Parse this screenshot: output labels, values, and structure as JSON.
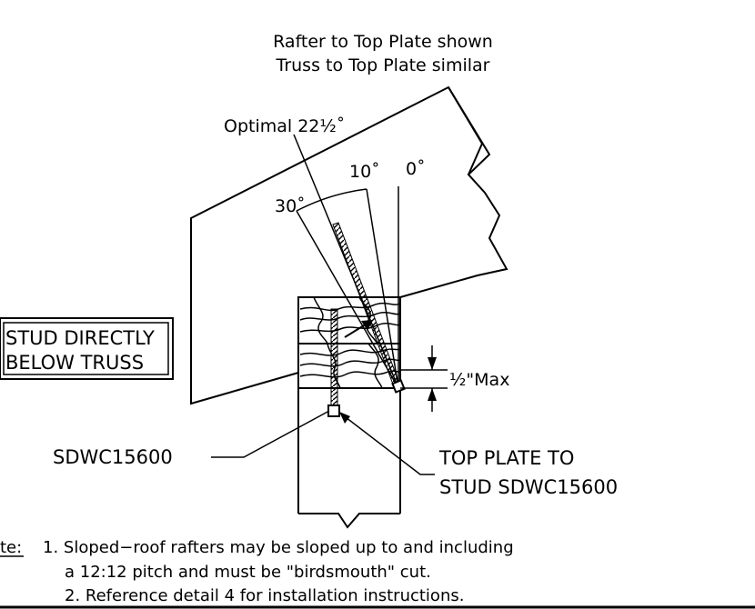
{
  "header": {
    "line1": "Rafter to Top Plate shown",
    "line2": "Truss to Top Plate similar"
  },
  "angles": {
    "optimal": "Optimal 22½˚",
    "a10": "10˚",
    "a0": "0˚",
    "a30": "30˚"
  },
  "labels": {
    "stud_box_line1": "STUD DIRECTLY",
    "stud_box_line2": "BELOW TRUSS",
    "max_gap": "½\"Max",
    "screw_left": "SDWC15600",
    "top_plate_line1": "TOP PLATE TO",
    "top_plate_line2": "STUD SDWC15600"
  },
  "note": {
    "heading": "te:",
    "item1_line1": "1. Sloped−roof rafters may be sloped up to and including",
    "item1_line2": "a 12:12 pitch and must be \"birdsmouth\" cut.",
    "item2": "2. Reference detail 4 for installation instructions."
  }
}
